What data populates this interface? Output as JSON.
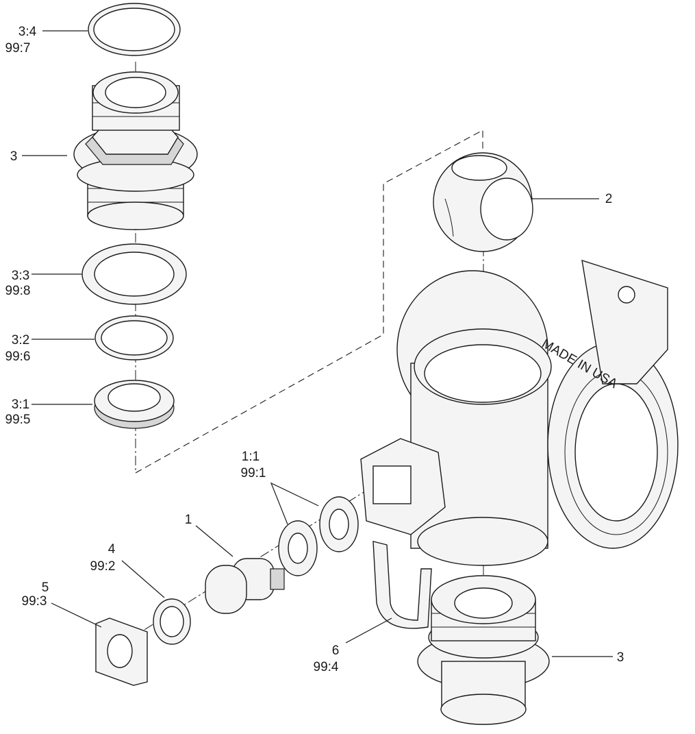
{
  "callouts": [
    {
      "id": "c-3-4",
      "lines": [
        "3:4",
        "99:7"
      ]
    },
    {
      "id": "c-3-top",
      "lines": [
        "3"
      ]
    },
    {
      "id": "c-3-3",
      "lines": [
        "3:3",
        "99:8"
      ]
    },
    {
      "id": "c-3-2",
      "lines": [
        "3:2",
        "99:6"
      ]
    },
    {
      "id": "c-3-1",
      "lines": [
        "3:1",
        "99:5"
      ]
    },
    {
      "id": "c-2",
      "lines": [
        "2"
      ]
    },
    {
      "id": "c-1-1",
      "lines": [
        "1:1",
        "99:1"
      ]
    },
    {
      "id": "c-1",
      "lines": [
        "1"
      ]
    },
    {
      "id": "c-4",
      "lines": [
        "4",
        "99:2"
      ]
    },
    {
      "id": "c-5",
      "lines": [
        "5",
        "99:3"
      ]
    },
    {
      "id": "c-6",
      "lines": [
        "6",
        "99:4"
      ]
    },
    {
      "id": "c-3-bottom",
      "lines": [
        "3"
      ]
    }
  ],
  "body_marking": "MADE IN USA",
  "colors": {
    "ink": "#1a1a1a",
    "part_fill": "#f4f4f4",
    "shade": "#d6d6d6",
    "background": "#ffffff"
  }
}
